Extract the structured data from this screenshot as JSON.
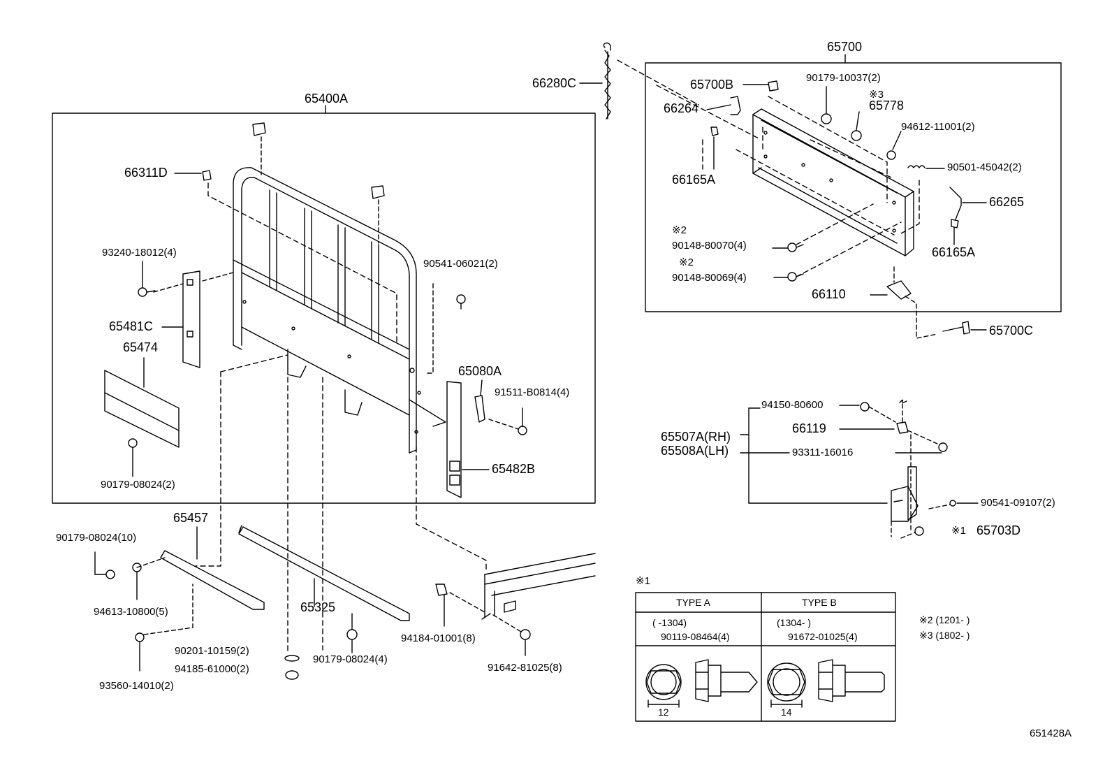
{
  "labels": {
    "l65700": "65700",
    "l66280C": "66280C",
    "l65700B": "65700B",
    "l90179_10037": "90179-10037(2)",
    "lmark3a": "※3",
    "l65778": "65778",
    "l66264": "66264",
    "l94612": "94612-11001(2)",
    "l66165A1": "66165A",
    "l90501": "90501-45042(2)",
    "l66265": "66265",
    "lmark2a": "※2",
    "l90148_80070": "90148-80070(4)",
    "lmark2b": "※2",
    "l90148_80069": "90148-80069(4)",
    "l66165A2": "66165A",
    "l66110": "66110",
    "l65700C": "65700C",
    "l65400A": "65400A",
    "l66311D": "66311D",
    "l93240": "93240-18012(4)",
    "l90541_06021": "90541-06021(2)",
    "l65481C": "65481C",
    "l65474": "65474",
    "l65080A": "65080A",
    "l91511": "91511-B0814(4)",
    "l65482B": "65482B",
    "l90179_08024_2": "90179-08024(2)",
    "l94150": "94150-80600",
    "l66119": "66119",
    "l65507A": "65507A(RH)",
    "l65508A": "65508A(LH)",
    "l93311": "93311-16016",
    "l90541_09107": "90541-09107(2)",
    "lmark1a": "※1",
    "l65703D": "65703D",
    "l65457": "65457",
    "l90179_08024_10": "90179-08024(10)",
    "l94613": "94613-10800(5)",
    "l65325": "65325",
    "l90201": "90201-10159(2)",
    "l94185": "94185-61000(2)",
    "l93560": "93560-14010(2)",
    "l90179_08024_4": "90179-08024(4)",
    "l94184": "94184-01001(8)",
    "l91642": "91642-81025(8)",
    "lmark1b": "※1",
    "lfoot2": "※2 (1201-      )",
    "lfoot3": "※3 (1802-      )",
    "ldiag": "651428A"
  },
  "table": {
    "type_a": "TYPE A",
    "type_b": "TYPE B",
    "date_a": "(      -1304)",
    "date_b": "(1304-      )",
    "part_a": "90119-08464(4)",
    "part_b": "91672-01025(4)",
    "size_a": "12",
    "size_b": "14"
  }
}
